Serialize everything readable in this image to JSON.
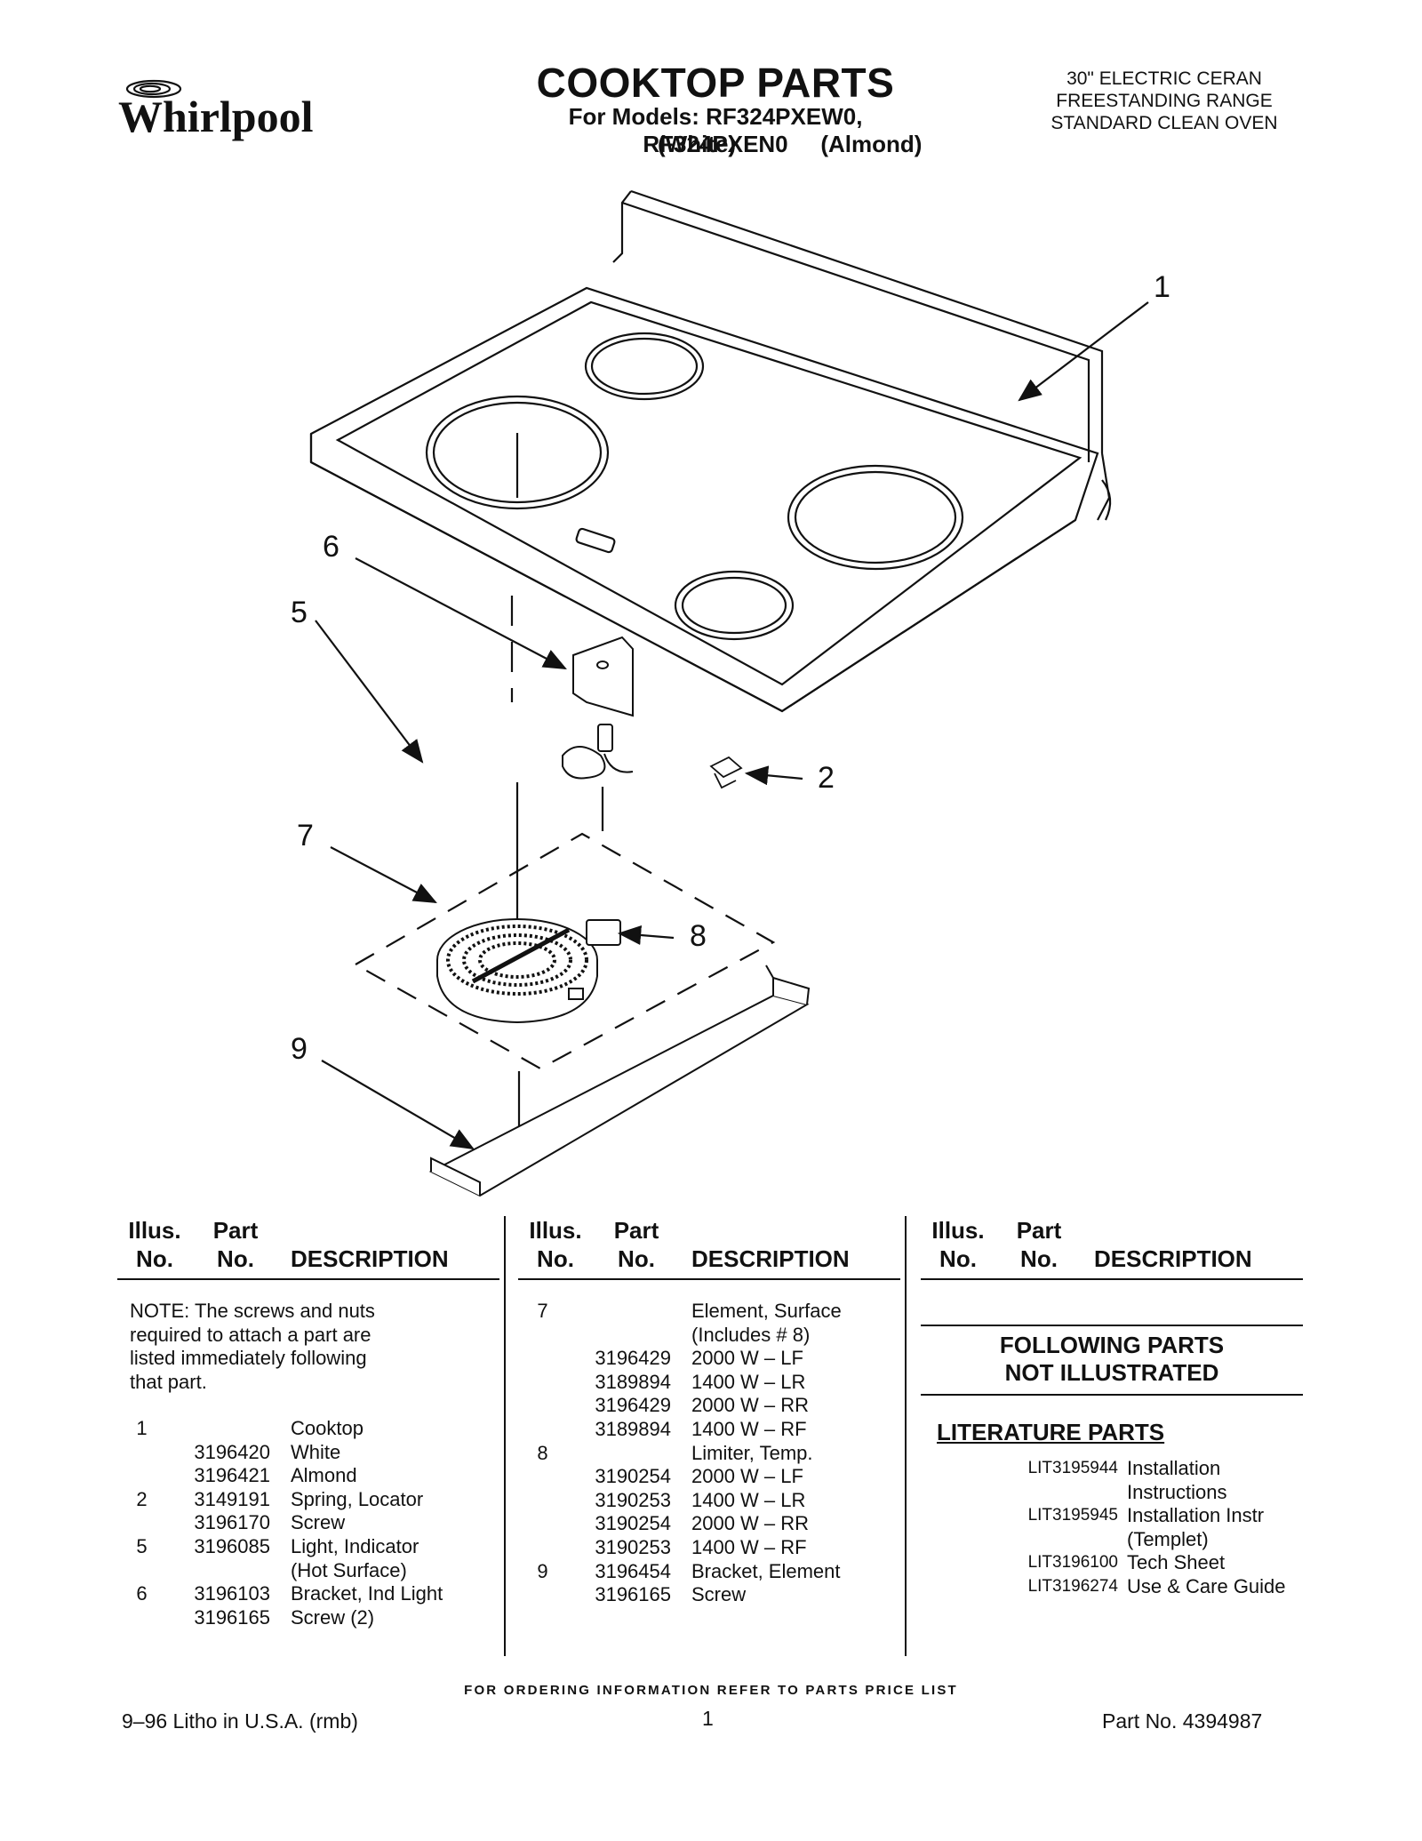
{
  "header": {
    "brand": "Whirlpool",
    "title": "COOKTOP PARTS",
    "models": "For Models: RF324PXEW0, RF324PXEN0",
    "variant_white": "(White)",
    "variant_almond": "(Almond)",
    "range_line1": "30\" ELECTRIC CERAN",
    "range_line2": "FREESTANDING RANGE",
    "range_line3": "STANDARD CLEAN OVEN"
  },
  "callouts": [
    "1",
    "2",
    "5",
    "6",
    "7",
    "8",
    "9"
  ],
  "table_header": {
    "illus_1": "Illus.",
    "illus_2": "No.",
    "part_1": "Part",
    "part_2": "No.",
    "description": "DESCRIPTION"
  },
  "note": "NOTE: The screws and nuts\nrequired to attach a part are\nlisted immediately following\n that part.",
  "column1_rows": [
    {
      "no": "1",
      "part": "",
      "desc": "Cooktop"
    },
    {
      "no": "",
      "part": "3196420",
      "desc": "White"
    },
    {
      "no": "",
      "part": "3196421",
      "desc": "Almond"
    },
    {
      "no": "2",
      "part": "3149191",
      "desc": "Spring, Locator"
    },
    {
      "no": "",
      "part": "3196170",
      "desc": "Screw"
    },
    {
      "no": "5",
      "part": "3196085",
      "desc": "Light, Indicator"
    },
    {
      "no": "",
      "part": "",
      "desc": "(Hot Surface)"
    },
    {
      "no": "6",
      "part": "3196103",
      "desc": "Bracket, Ind Light"
    },
    {
      "no": "",
      "part": "3196165",
      "desc": "Screw (2)"
    }
  ],
  "column2_rows": [
    {
      "no": "7",
      "part": "",
      "desc": "Element, Surface"
    },
    {
      "no": "",
      "part": "",
      "desc": "(Includes # 8)"
    },
    {
      "no": "",
      "part": "3196429",
      "desc": "2000 W – LF"
    },
    {
      "no": "",
      "part": "3189894",
      "desc": "1400 W – LR"
    },
    {
      "no": "",
      "part": "3196429",
      "desc": "2000 W – RR"
    },
    {
      "no": "",
      "part": "3189894",
      "desc": "1400 W – RF"
    },
    {
      "no": "8",
      "part": "",
      "desc": "Limiter, Temp."
    },
    {
      "no": "",
      "part": "3190254",
      "desc": "2000 W – LF"
    },
    {
      "no": "",
      "part": "3190253",
      "desc": "1400 W – LR"
    },
    {
      "no": "",
      "part": "3190254",
      "desc": "2000 W – RR"
    },
    {
      "no": "",
      "part": "3190253",
      "desc": "1400 W – RF"
    },
    {
      "no": "9",
      "part": "3196454",
      "desc": "Bracket, Element"
    },
    {
      "no": "",
      "part": "3196165",
      "desc": "Screw"
    }
  ],
  "not_illustrated_1": "FOLLOWING PARTS",
  "not_illustrated_2": "NOT ILLUSTRATED",
  "literature_title": "LITERATURE PARTS",
  "literature_rows": [
    {
      "part": "LIT3195944",
      "desc": "Installation"
    },
    {
      "part": "",
      "desc": "Instructions"
    },
    {
      "part": "LIT3195945",
      "desc": "Installation Instr"
    },
    {
      "part": "",
      "desc": "(Templet)"
    },
    {
      "part": "LIT3196100",
      "desc": "Tech Sheet"
    },
    {
      "part": "LIT3196274",
      "desc": "Use & Care Guide"
    }
  ],
  "footer": {
    "ordering": "FOR ORDERING INFORMATION REFER TO PARTS PRICE LIST",
    "litho": "9–96 Litho in U.S.A. (rmb)",
    "page": "1",
    "part_no": "Part No. 4394987"
  }
}
